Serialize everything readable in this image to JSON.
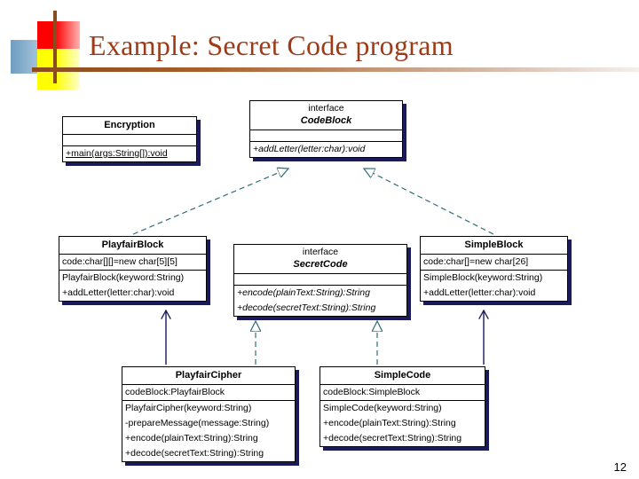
{
  "slide": {
    "title": "Example: Secret Code program",
    "page_number": "12",
    "title_color": "#9e3b16",
    "accent_colors": {
      "decoration_red": "#ff0000",
      "decoration_yellow": "#ffff00",
      "decoration_blue": "#6f9dc0",
      "decoration_line": "#8a4b1e",
      "box_shadow": "#1a1a5c",
      "realization_arrow": "#2e6e78",
      "association_arrow": "#1a1a5c"
    }
  },
  "diagram": {
    "type": "uml-class-diagram",
    "classes": [
      {
        "id": "encryption",
        "name": "Encryption",
        "stereotype": "",
        "is_interface": false,
        "attributes": [],
        "methods": [
          "+main(args:String[]):void"
        ]
      },
      {
        "id": "codeblock",
        "name": "CodeBlock",
        "stereotype": "interface",
        "is_interface": true,
        "attributes": [],
        "methods": [
          "+addLetter(letter:char):void"
        ]
      },
      {
        "id": "playfairblock",
        "name": "PlayfairBlock",
        "stereotype": "",
        "is_interface": false,
        "attributes": [
          "code:char[][]=new char[5][5]"
        ],
        "methods": [
          "PlayfairBlock(keyword:String)",
          "+addLetter(letter:char):void"
        ]
      },
      {
        "id": "secretcode",
        "name": "SecretCode",
        "stereotype": "interface",
        "is_interface": true,
        "attributes": [],
        "methods": [
          "+encode(plainText:String):String",
          "+decode(secretText:String):String"
        ]
      },
      {
        "id": "simpleblock",
        "name": "SimpleBlock",
        "stereotype": "",
        "is_interface": false,
        "attributes": [
          "code:char[]=new char[26]"
        ],
        "methods": [
          "SimpleBlock(keyword:String)",
          "+addLetter(letter:char):void"
        ]
      },
      {
        "id": "playfaircipher",
        "name": "PlayfairCipher",
        "stereotype": "",
        "is_interface": false,
        "attributes": [
          "codeBlock:PlayfairBlock"
        ],
        "methods": [
          "PlayfairCipher(keyword:String)",
          "-prepareMessage(message:String)",
          "+encode(plainText:String):String",
          "+decode(secretText:String):String"
        ]
      },
      {
        "id": "simplecode",
        "name": "SimpleCode",
        "stereotype": "",
        "is_interface": false,
        "attributes": [
          "codeBlock:SimpleBlock"
        ],
        "methods": [
          "SimpleCode(keyword:String)",
          "+encode(plainText:String):String",
          "+decode(secretText:String):String"
        ]
      }
    ],
    "relationships": [
      {
        "from": "playfairblock",
        "to": "codeblock",
        "kind": "realization"
      },
      {
        "from": "simpleblock",
        "to": "codeblock",
        "kind": "realization"
      },
      {
        "from": "playfaircipher",
        "to": "secretcode",
        "kind": "realization"
      },
      {
        "from": "simplecode",
        "to": "secretcode",
        "kind": "realization"
      },
      {
        "from": "playfaircipher",
        "to": "playfairblock",
        "kind": "association"
      },
      {
        "from": "simplecode",
        "to": "simpleblock",
        "kind": "association"
      }
    ]
  }
}
